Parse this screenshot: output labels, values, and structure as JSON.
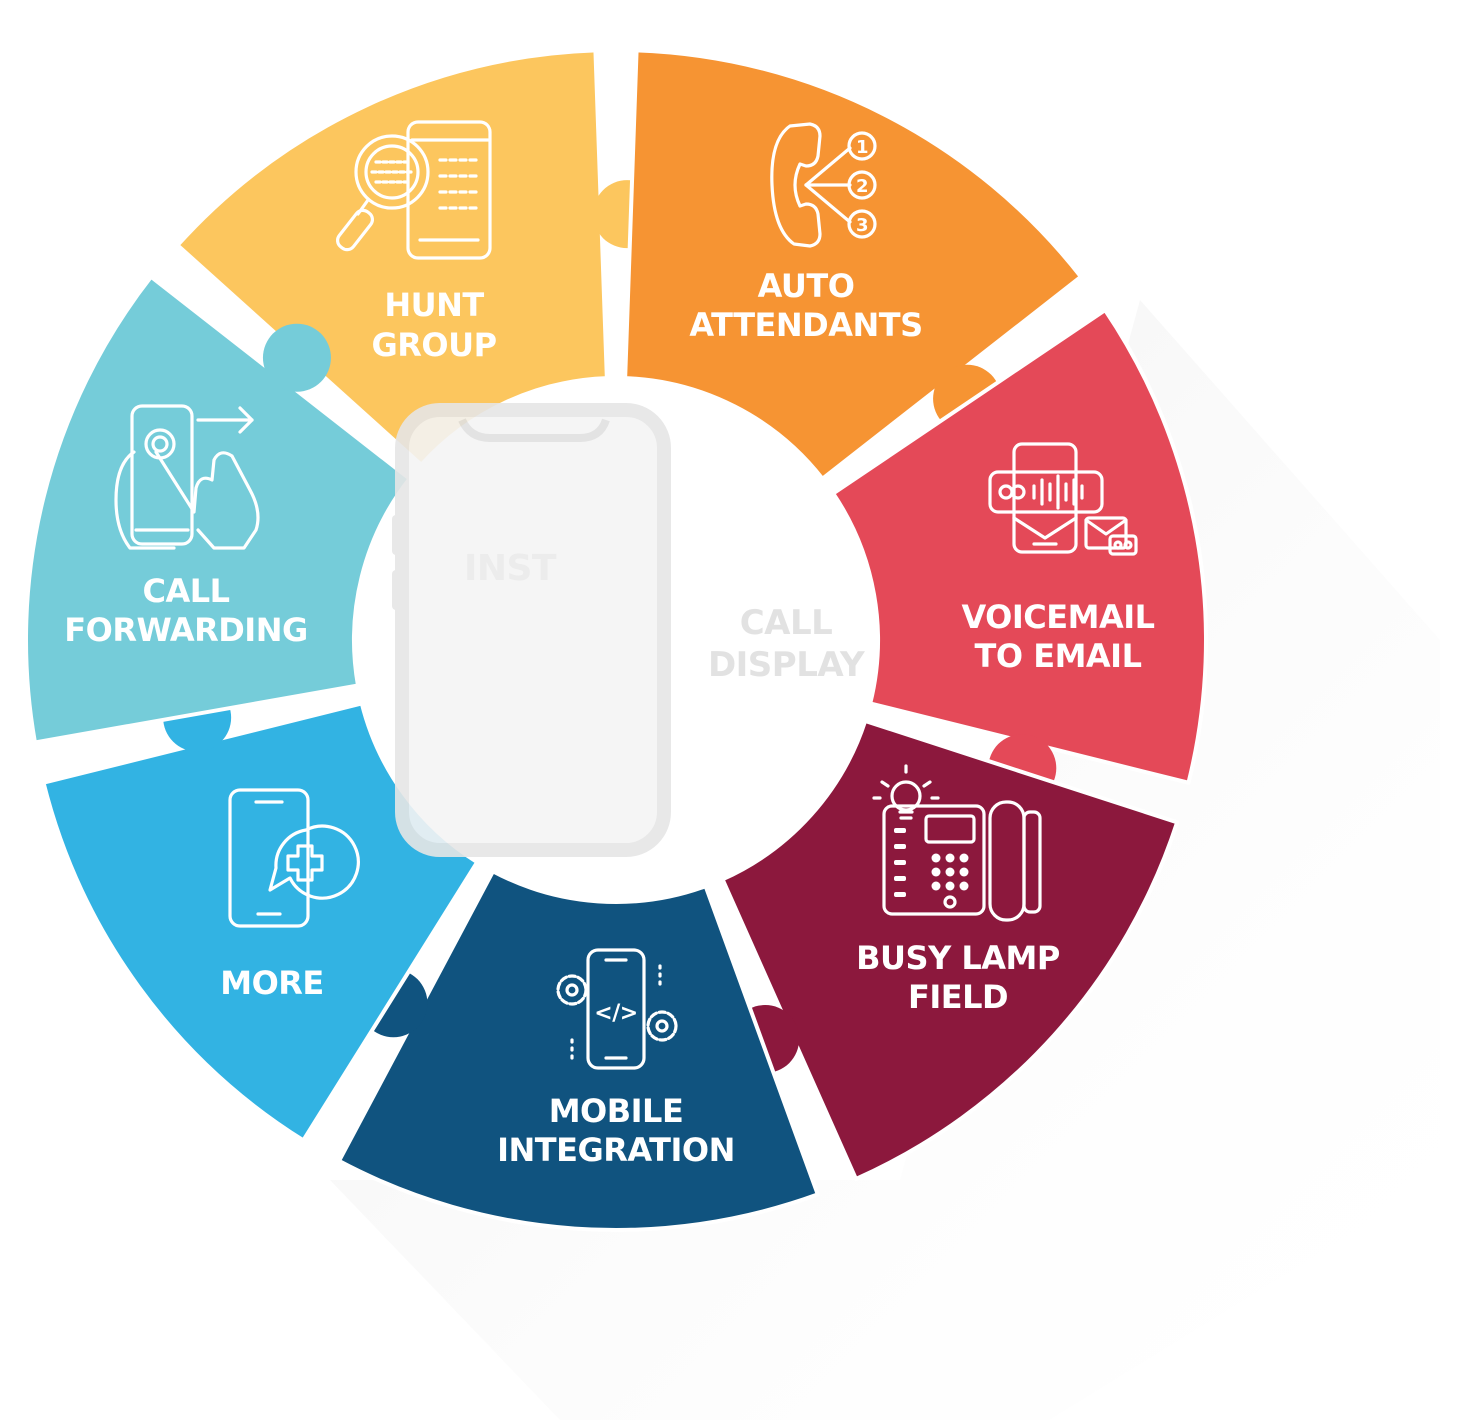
{
  "center": {
    "lines": [
      "CALL",
      "DISPLAY"
    ],
    "logo_text": "INST"
  },
  "segments": [
    {
      "id": "hunt-group",
      "lines": [
        "HUNT",
        "GROUP"
      ],
      "color": "#FCC65E",
      "icon": "magnifier-document-icon"
    },
    {
      "id": "auto-attendants",
      "lines": [
        "AUTO",
        "ATTENDANTS"
      ],
      "color": "#F69433",
      "icon": "phone-menu-icon",
      "menu_numbers": [
        "1",
        "2",
        "3"
      ]
    },
    {
      "id": "voicemail-to-email",
      "lines": [
        "VOICEMAIL",
        "TO EMAIL"
      ],
      "color": "#E44958",
      "icon": "voicemail-envelope-icon"
    },
    {
      "id": "busy-lamp-field",
      "lines": [
        "BUSY LAMP",
        "FIELD"
      ],
      "color": "#8C183D",
      "icon": "desk-phone-bulb-icon"
    },
    {
      "id": "mobile-integration",
      "lines": [
        "MOBILE",
        "INTEGRATION"
      ],
      "color": "#10537F",
      "icon": "phone-code-gears-icon",
      "code_glyph": "</>"
    },
    {
      "id": "more",
      "lines": [
        "MORE"
      ],
      "color": "#32B3E3",
      "icon": "phone-plus-chat-icon"
    },
    {
      "id": "call-forwarding",
      "lines": [
        "CALL",
        "FORWARDING"
      ],
      "color": "#75CCD9",
      "icon": "phone-forward-hand-icon"
    }
  ]
}
